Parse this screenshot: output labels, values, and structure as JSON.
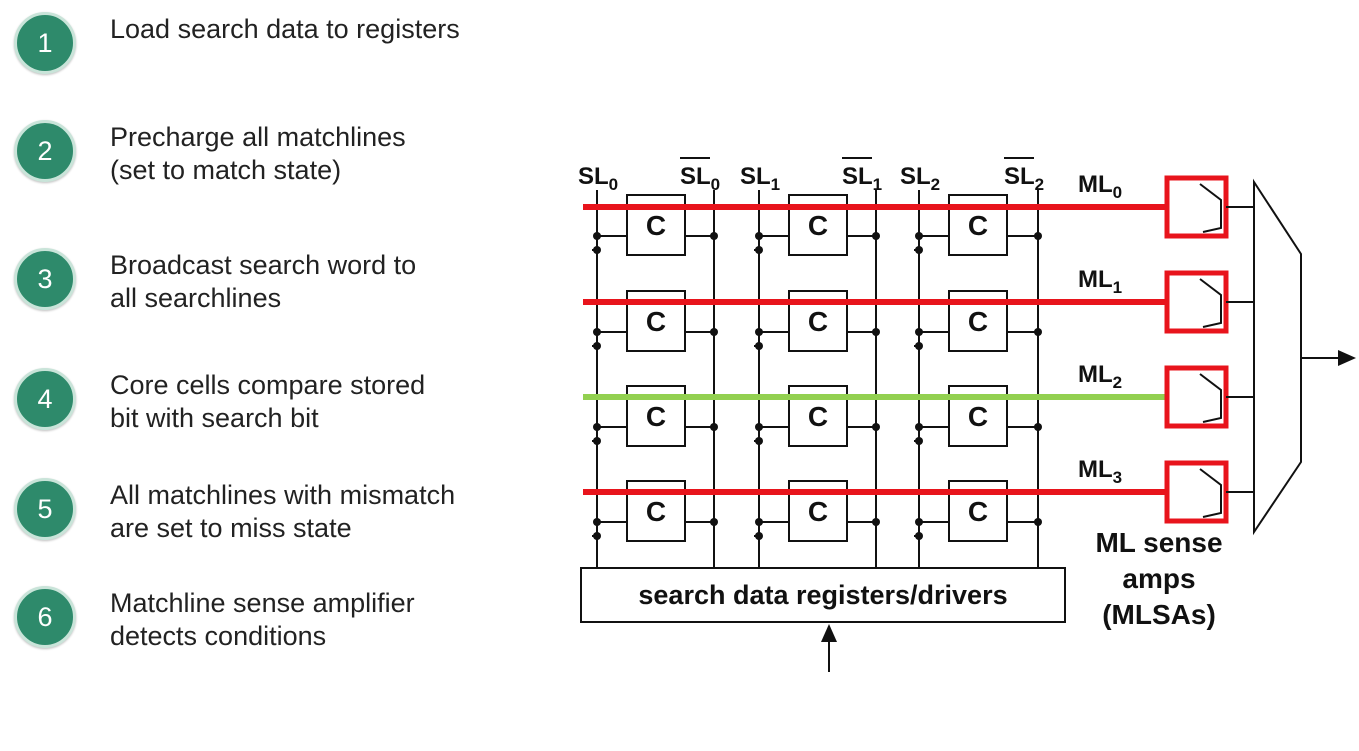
{
  "steps": [
    {
      "number": "1",
      "text": "Load search data to registers"
    },
    {
      "number": "2",
      "text": "Precharge all matchlines\n(set to match state)"
    },
    {
      "number": "3",
      "text": "Broadcast search word to\nall searchlines"
    },
    {
      "number": "4",
      "text": "Core cells compare stored\nbit with search bit"
    },
    {
      "number": "5",
      "text": "All matchlines with mismatch\nare set to miss state"
    },
    {
      "number": "6",
      "text": "Matchline sense amplifier\ndetects conditions"
    }
  ],
  "diagram": {
    "searchlines": [
      {
        "name": "SL",
        "sub": "0",
        "bar": false
      },
      {
        "name": "SL",
        "sub": "0",
        "bar": true
      },
      {
        "name": "SL",
        "sub": "1",
        "bar": false
      },
      {
        "name": "SL",
        "sub": "1",
        "bar": true
      },
      {
        "name": "SL",
        "sub": "2",
        "bar": false
      },
      {
        "name": "SL",
        "sub": "2",
        "bar": true
      }
    ],
    "matchlines": [
      {
        "name": "ML",
        "sub": "0",
        "state": "miss"
      },
      {
        "name": "ML",
        "sub": "1",
        "state": "miss"
      },
      {
        "name": "ML",
        "sub": "2",
        "state": "match"
      },
      {
        "name": "ML",
        "sub": "3",
        "state": "miss"
      }
    ],
    "cell_label": "C",
    "register_label": "search data registers/drivers",
    "sense_amp_label": "ML sense\namps\n(MLSAs)",
    "colors": {
      "miss": "#e8141c",
      "match": "#92d050",
      "step_circle": "#2e8a6b"
    }
  }
}
